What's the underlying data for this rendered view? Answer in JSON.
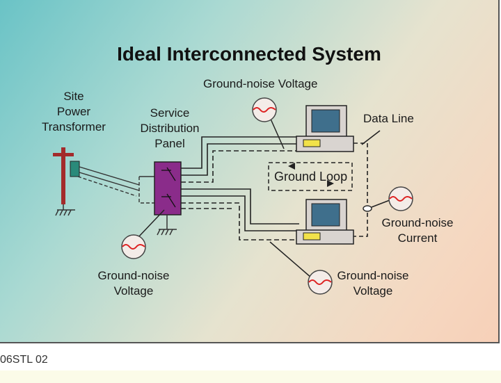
{
  "title": "Ideal Interconnected System",
  "labels": {
    "transformer": [
      "Site",
      "Power",
      "Transformer"
    ],
    "panel": [
      "Service",
      "Distribution",
      "Panel"
    ],
    "noise_top": "Ground-noise Voltage",
    "data_line": "Data Line",
    "ground_loop": "Ground Loop",
    "noise_current": [
      "Ground-noise",
      "Current"
    ],
    "noise_panel": [
      "Ground-noise",
      "Voltage"
    ],
    "noise_bottom": [
      "Ground-noise",
      "Voltage"
    ]
  },
  "caption": "06STL 02",
  "colors": {
    "panel": "#8a2c8a",
    "pole": "#a32b2b",
    "meter": "#2a8a7a",
    "screen": "#3f6f8c",
    "drive": "#f2e24a"
  }
}
